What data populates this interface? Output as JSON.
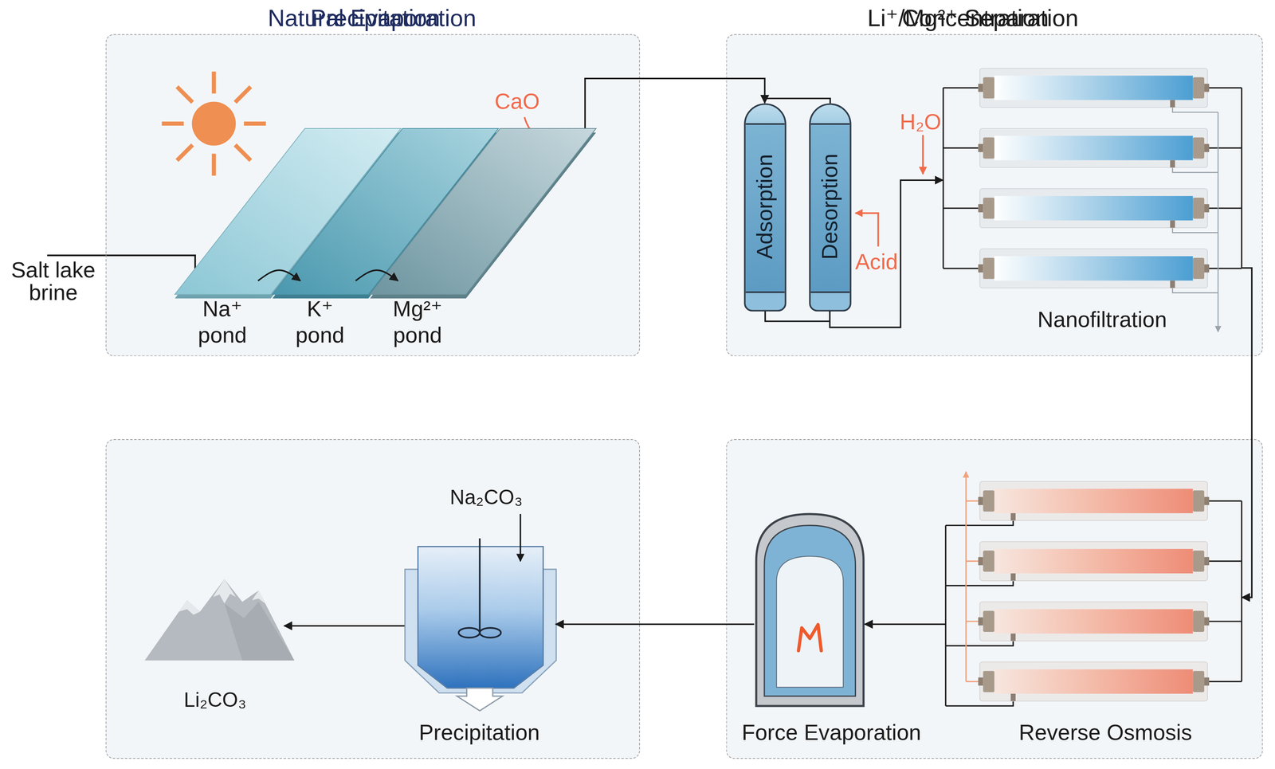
{
  "diagram": {
    "nodes": [
      {
        "text": [
          "Natural Evaporation"
        ]
      },
      {
        "text": [
          "Na⁺ pond"
        ],
        "in": 0
      },
      {
        "text": [
          "K⁺ pond"
        ],
        "in": 0
      },
      {
        "text": [
          "Mg²⁺ pond"
        ],
        "in": 0
      },
      {
        "text": [
          "Li⁺/Mg²⁺ Separation"
        ]
      },
      {
        "text": [
          "Adsorption"
        ],
        "in": 4
      },
      {
        "text": [
          "Desorption"
        ],
        "in": 4
      },
      {
        "text": [
          "Nanofiltration"
        ],
        "in": 4
      },
      {
        "text": [
          "Precipitation"
        ]
      },
      {
        "text": [
          "Li₂CO₃"
        ],
        "in": 8
      },
      {
        "text": [
          "Precipitation"
        ],
        "in": 8
      },
      {
        "text": [
          "Concentration"
        ]
      },
      {
        "text": [
          "Force Evaporation"
        ],
        "in": 11
      },
      {
        "text": [
          "Reverse Osmosis"
        ],
        "in": 11
      }
    ],
    "edges": [
      {
        "from": 1,
        "to": 2,
        "arrow": "to"
      },
      {
        "from": 2,
        "to": 3,
        "arrow": "to"
      },
      {
        "from": 3,
        "to": 5,
        "arrow": "to"
      },
      {
        "from": 6,
        "to": 7,
        "arrow": "to"
      },
      {
        "from": 7,
        "to": 13,
        "arrow": "to"
      },
      {
        "from": 13,
        "to": 12,
        "arrow": "to"
      },
      {
        "from": 12,
        "to": 10,
        "arrow": "to"
      },
      {
        "from": 10,
        "to": 9,
        "arrow": "to"
      }
    ],
    "labels": [
      "Salt lake brine",
      "CaO",
      "H₂O",
      "Acid",
      "Na₂CO₃"
    ]
  }
}
